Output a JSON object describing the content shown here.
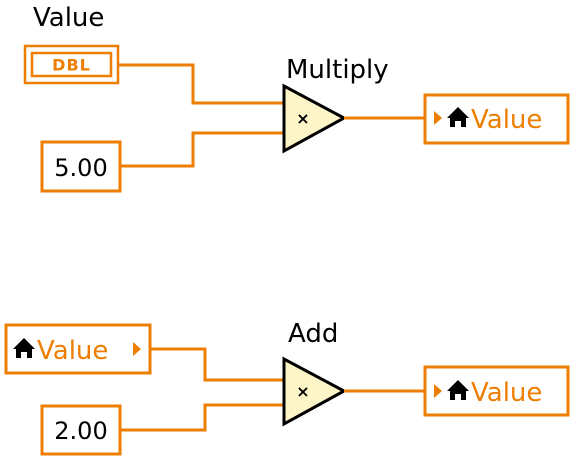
{
  "multiply_section": {
    "input_label": "Value",
    "indicator_type": "DBL",
    "constant": "5.00",
    "node_title": "Multiply",
    "node_symbol": "×",
    "output_label": "Value"
  },
  "add_section": {
    "input_label": "Value",
    "constant": "2.00",
    "node_title": "Add",
    "node_symbol": "×",
    "output_label": "Value"
  },
  "colors": {
    "wire": "#ee7e00",
    "node_fill": "#fdf5c8",
    "node_stroke": "#000000"
  },
  "icons": {
    "home": "home-icon",
    "arrow": "triangle-right-icon"
  }
}
